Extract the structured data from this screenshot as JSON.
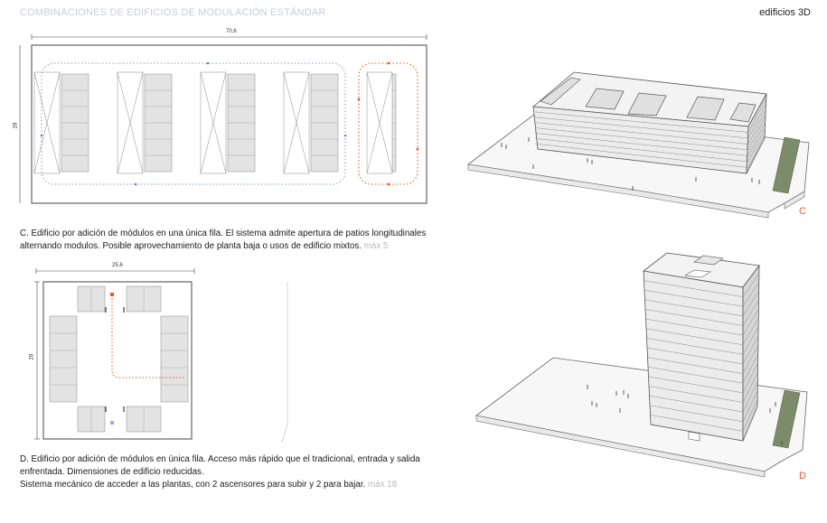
{
  "header": {
    "title": "COMBINACIONES DE EDIFICIOS DE MODULACIÓN ESTÁNDAR",
    "section_tag": "edificios 3D"
  },
  "plan_c": {
    "width_label": "70,6",
    "height_label": "28",
    "caption_line1": "C. Edificio por adición de módulos en una única fila. El sistema admite apertura de patios longitudinales",
    "caption_line2": "alternando modulos. Posible aprovechamiento de planta baja o usos de edificio mixtos.",
    "caption_max": "máx 5"
  },
  "plan_d": {
    "width_label": "25,6",
    "height_label": "28",
    "caption_line1": "D. Edificio por adición de módulos en única fila. Acceso más rápido que el tradicional, entrada y salida",
    "caption_line2": "enfrentada.  Dimensiones de edificio reducidas.",
    "caption_line3": "Sistema mecánico de acceder a las plantas, con 2 ascensores para subir y 2 para bajar.",
    "caption_max": "máx 18"
  },
  "views": {
    "c_label": "C",
    "d_label": "D"
  },
  "colors": {
    "title": "#c8cdd8",
    "accent_red": "#e8582a",
    "blue_dot": "#6a7fd0",
    "module_fill": "#e3e3e3",
    "green_strip": "#7c8c6a"
  }
}
